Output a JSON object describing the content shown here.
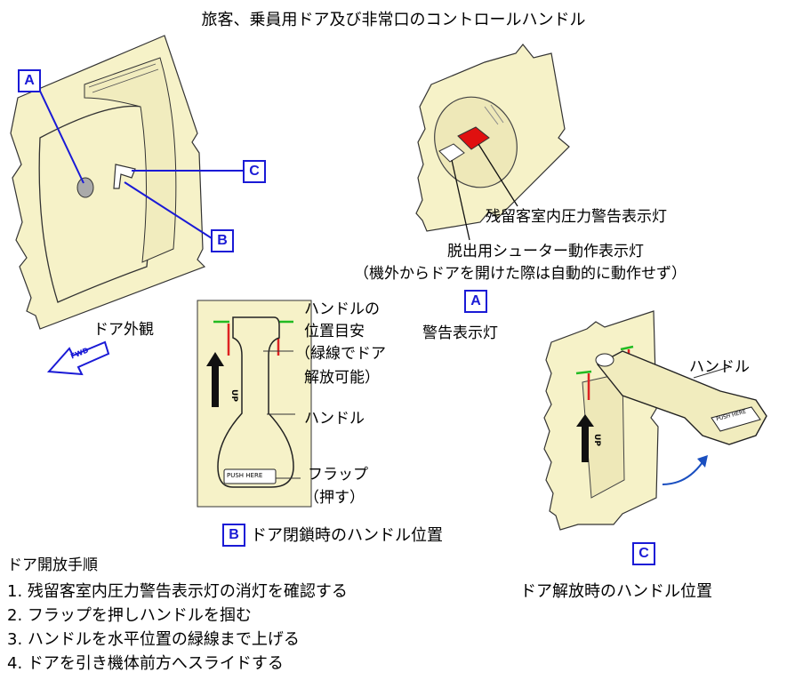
{
  "title": "旅客、乗員用ドア及び非常口のコントロールハンドル",
  "markers": {
    "a": "A",
    "b": "B",
    "c": "C"
  },
  "door_view": {
    "caption": "ドア外観",
    "fwd": "FWD"
  },
  "panel_a": {
    "pressure_light_label": "残留客室内圧力警告表示灯",
    "slide_light_label": "脱出用シューター動作表示灯",
    "slide_light_note": "（機外からドアを開けた際は自動的に動作せず）",
    "caption": "警告表示灯"
  },
  "panel_b": {
    "guide_label_lines": [
      "ハンドルの",
      "位置目安",
      "（緑線でドア",
      "解放可能）"
    ],
    "handle_label": "ハンドル",
    "flap_label_lines": [
      "フラップ",
      "（押す）"
    ],
    "push_text": "PUSH HERE",
    "up_text": "UP",
    "caption": "ドア閉鎖時のハンドル位置"
  },
  "panel_c": {
    "handle_label": "ハンドル",
    "up_text": "UP",
    "push_text": "PUSH HERE",
    "caption": "ドア解放時のハンドル位置"
  },
  "procedure": {
    "title": "ドア開放手順",
    "steps": [
      "1.  残留客室内圧力警告表示灯の消灯を確認する",
      "2.  フラップを押しハンドルを掴む",
      "3.  ハンドルを水平位置の緑線まで上げる",
      "4.  ドアを引き機体前方へスライドする"
    ]
  },
  "colors": {
    "panel_fill": "#f6f2c8",
    "marker_blue": "#1a1ad6",
    "warning_red": "#e01010",
    "guide_green": "#22bb22",
    "guide_red": "#dd2222"
  }
}
